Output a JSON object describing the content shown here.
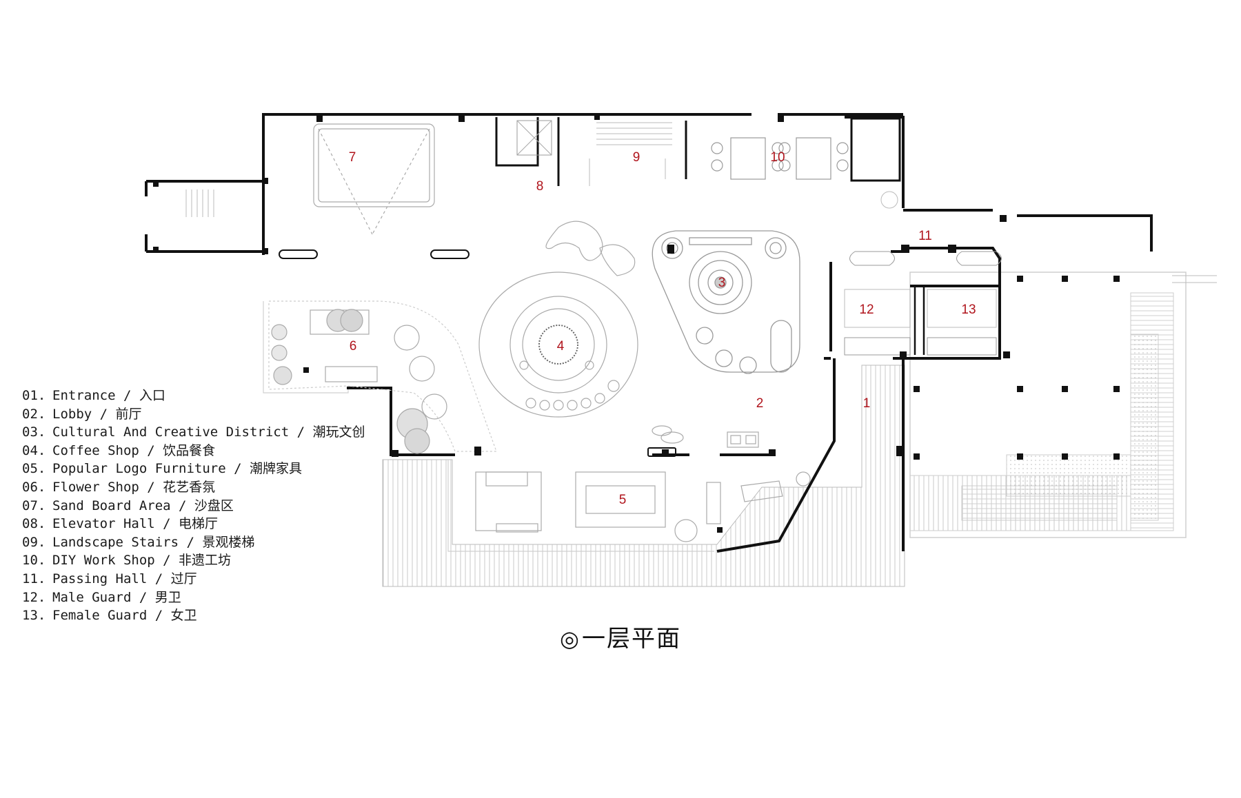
{
  "drawing": {
    "title_mark": "◎",
    "title": "一层平面"
  },
  "legend": [
    {
      "num": "01.",
      "text": "Entrance / 入口"
    },
    {
      "num": "02.",
      "text": "Lobby / 前厅"
    },
    {
      "num": "03.",
      "text": "Cultural And Creative District / 潮玩文创"
    },
    {
      "num": "04.",
      "text": "Coffee Shop / 饮品餐食"
    },
    {
      "num": "05.",
      "text": "Popular Logo Furniture / 潮牌家具"
    },
    {
      "num": "06.",
      "text": "Flower Shop / 花艺香氛"
    },
    {
      "num": "07.",
      "text": "Sand Board Area / 沙盘区"
    },
    {
      "num": "08.",
      "text": "Elevator Hall / 电梯厅"
    },
    {
      "num": "09.",
      "text": "Landscape Stairs / 景观楼梯"
    },
    {
      "num": "10.",
      "text": "DIY Work Shop / 非遗工坊"
    },
    {
      "num": "11.",
      "text": "Passing Hall / 过厅"
    },
    {
      "num": "12.",
      "text": "Male Guard / 男卫"
    },
    {
      "num": "13.",
      "text": "Female Guard / 女卫"
    }
  ],
  "room_numbers": [
    "1",
    "2",
    "3",
    "4",
    "5",
    "6",
    "7",
    "8",
    "9",
    "10",
    "11",
    "12",
    "13"
  ],
  "colors": {
    "wall": "#111111",
    "label": "#b0141c",
    "furniture": "#bdbdbd",
    "text": "#1a1a1a"
  }
}
